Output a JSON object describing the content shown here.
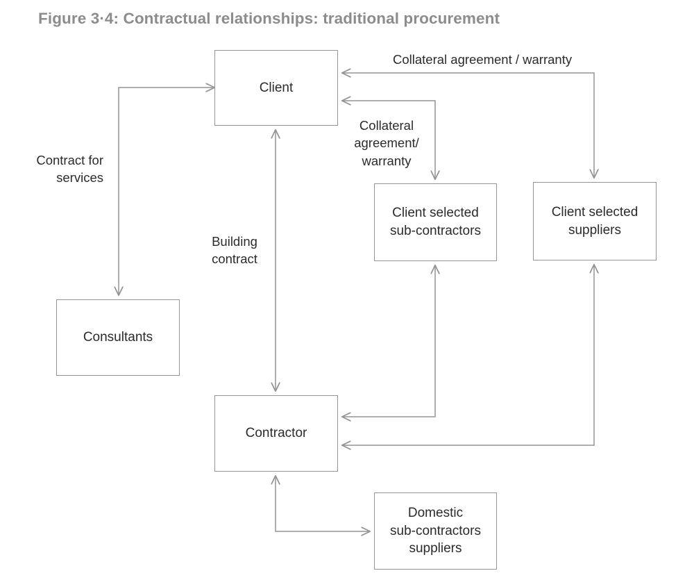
{
  "figure": {
    "title": "Figure 3·4: Contractual relationships: traditional procurement",
    "title_color": "#8c8c8c",
    "line_color": "#949494",
    "text_color": "#2b2b2b",
    "background": "#ffffff"
  },
  "nodes": [
    {
      "id": "client",
      "label": "Client"
    },
    {
      "id": "consultants",
      "label": "Consultants"
    },
    {
      "id": "client-selected-sub-contractors",
      "label": "Client selected\nsub-contractors"
    },
    {
      "id": "client-selected-suppliers",
      "label": "Client selected\nsuppliers"
    },
    {
      "id": "contractor",
      "label": "Contractor"
    },
    {
      "id": "domestic-sub-contractors-suppliers",
      "label": "Domestic\nsub-contractors\nsuppliers"
    }
  ],
  "edge_labels": [
    {
      "id": "collateral-agreement-warranty-top",
      "text": "Collateral agreement / warranty"
    },
    {
      "id": "collateral-agreement-warranty-mid",
      "text": "Collateral\nagreement/\nwarranty"
    },
    {
      "id": "contract-for-services",
      "text": "Contract for\nservices"
    },
    {
      "id": "building-contract",
      "text": "Building\ncontract"
    }
  ]
}
